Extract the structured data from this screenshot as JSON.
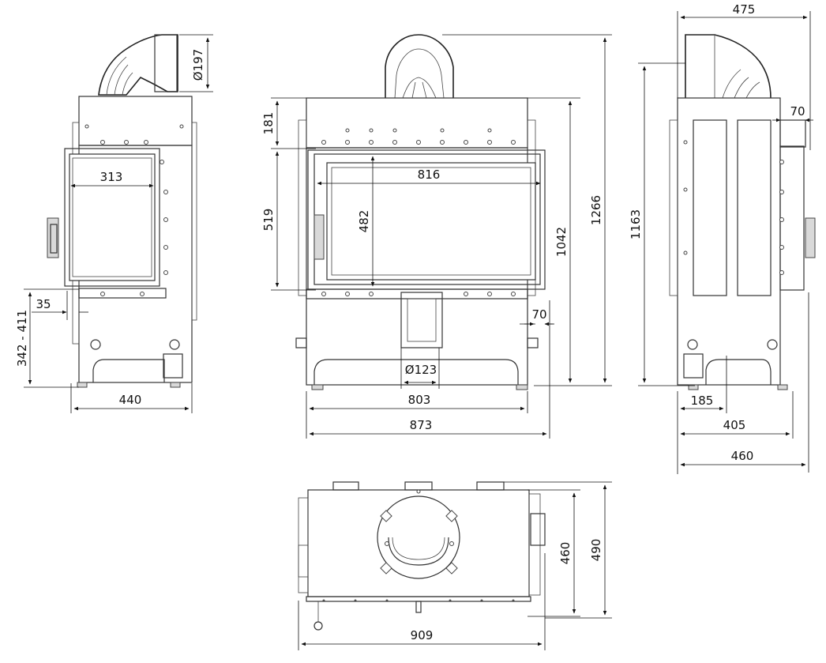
{
  "dimensions": {
    "front_left": {
      "width": "440",
      "glass_width": "313",
      "offset": "35",
      "flue_diameter": "Ø197",
      "height_range": "342 - 411"
    },
    "front_center": {
      "top_band": "181",
      "door_height": "519",
      "glass_height": "482",
      "glass_width": "816",
      "height_1042": "1042",
      "height_1266": "1266",
      "right_offset": "70",
      "air_inlet_diameter": "Ø123",
      "base_width": "803",
      "total_width": "873"
    },
    "side_view": {
      "width_top": "475",
      "flange": "70",
      "height": "1163",
      "leg_offset": "185",
      "depth_405": "405",
      "depth_460": "460"
    },
    "top_view": {
      "depth_460": "460",
      "depth_490": "490",
      "width": "909"
    }
  },
  "colors": {
    "line": "#333333",
    "dimension": "#111111",
    "fill": "#d9d9d9"
  }
}
